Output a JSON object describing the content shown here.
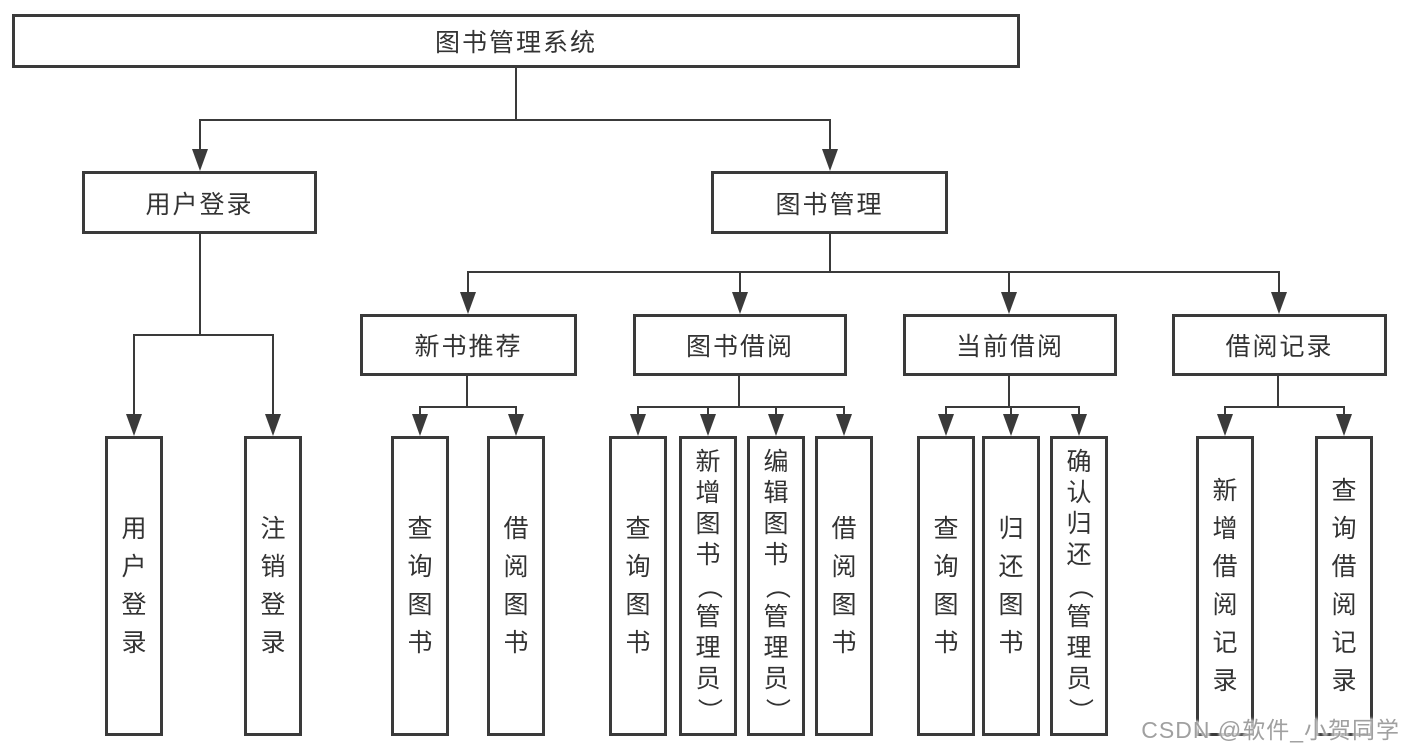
{
  "root": {
    "label": "图书管理系统"
  },
  "level2": {
    "user_login": {
      "label": "用户登录"
    },
    "book_management": {
      "label": "图书管理"
    }
  },
  "level3": {
    "new_book_recommend": {
      "label": "新书推荐"
    },
    "book_borrow": {
      "label": "图书借阅"
    },
    "current_borrow": {
      "label": "当前借阅"
    },
    "borrow_record": {
      "label": "借阅记录"
    }
  },
  "leaves": {
    "user_login": "用户登录",
    "logout": "注销登录",
    "recommend_query_books": "查询图书",
    "recommend_borrow_books": "借阅图书",
    "borrow_query_books": "查询图书",
    "borrow_add_books_admin": "新增图书（管理员）",
    "borrow_edit_books_admin": "编辑图书（管理员）",
    "borrow_borrow_books": "借阅图书",
    "current_query_books": "查询图书",
    "current_return_books": "归还图书",
    "current_confirm_return_admin": "确认归还（管理员）",
    "record_add_borrow": "新增借阅记录",
    "record_query_borrow": "查询借阅记录"
  },
  "watermark": {
    "text": "CSDN @软件_小贺同学"
  },
  "colors": {
    "line": "#3a3a3a",
    "text": "#333333",
    "background": "#ffffff",
    "watermark": "#a0a0a0"
  }
}
